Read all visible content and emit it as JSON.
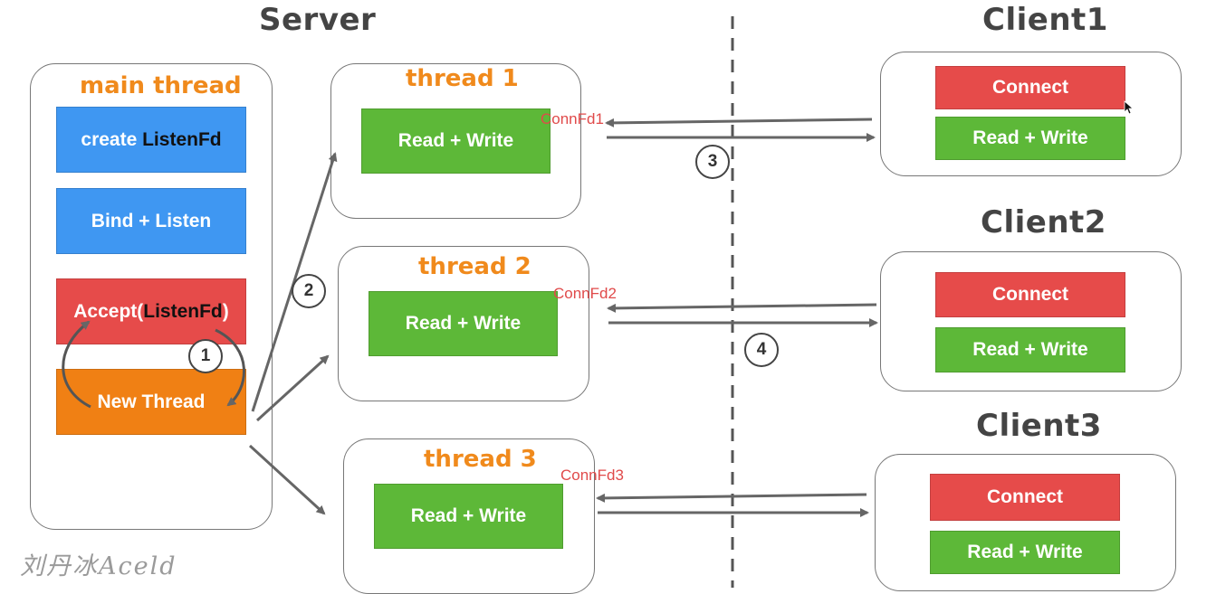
{
  "titles": {
    "server": "Server",
    "client1": "Client1",
    "client2": "Client2",
    "client3": "Client3"
  },
  "main_thread": {
    "title": "main thread",
    "create_prefix": "create ",
    "create_fd": "ListenFd",
    "bind_listen": "Bind + Listen",
    "accept_prefix": "Accept(",
    "accept_fd": "ListenFd",
    "accept_suffix": ")",
    "new_thread": "New Thread"
  },
  "threads": [
    {
      "title": "thread 1",
      "action": "Read + Write",
      "fd": "ConnFd1"
    },
    {
      "title": "thread 2",
      "action": "Read + Write",
      "fd": "ConnFd2"
    },
    {
      "title": "thread 3",
      "action": "Read + Write",
      "fd": "ConnFd3"
    }
  ],
  "clients": [
    {
      "connect": "Connect",
      "action": "Read + Write"
    },
    {
      "connect": "Connect",
      "action": "Read + Write"
    },
    {
      "connect": "Connect",
      "action": "Read + Write"
    }
  ],
  "steps": [
    "1",
    "2",
    "3",
    "4"
  ],
  "watermark": "刘丹冰Aceld",
  "colors": {
    "thread_title": "#f08a1c",
    "create_box": "#3f97f2",
    "bind_box": "#3f97f2",
    "accept_box": "#e64b4a",
    "new_thread_box": "#f08014",
    "read_write_box": "#5db838",
    "connect_box": "#e64b4a",
    "fd_label": "#e04a4a",
    "arrow": "#666666"
  }
}
